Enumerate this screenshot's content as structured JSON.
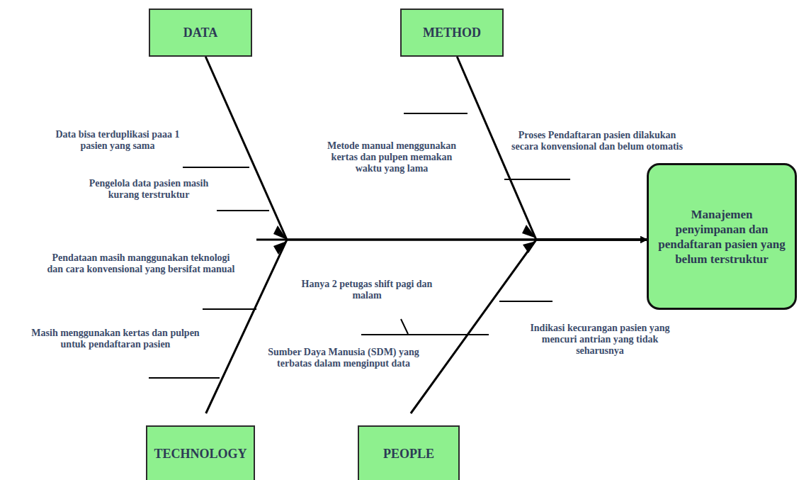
{
  "diagram": {
    "nodes": [
      {
        "text": [
          "DATA"
        ]
      },
      {
        "text": [
          "METHOD"
        ]
      },
      {
        "text": [
          "Manajemen penyimpanan dan pendaftaran pasien yang belum terstruktur"
        ]
      },
      {
        "text": [
          "TECHNOLOGY"
        ]
      },
      {
        "text": [
          "PEOPLE"
        ]
      }
    ],
    "edges": [
      {
        "from": 0,
        "to": 2,
        "arrow": "to"
      },
      {
        "from": 1,
        "to": 2,
        "arrow": "to"
      },
      {
        "from": 3,
        "to": 2,
        "arrow": "to"
      },
      {
        "from": 4,
        "to": 2,
        "arrow": "to"
      }
    ],
    "labels": [
      "Data bisa terduplikasi paaa 1 pasien yang sama",
      "Pengelola data pasien masih kurang terstruktur",
      "Metode manual menggunakan kertas dan pulpen memakan waktu yang lama",
      "Proses Pendaftaran pasien dilakukan secara konvensional dan belum otomatis",
      "Pendataan masih manggunakan teknologi dan cara konvensional yang bersifat manual",
      "Masih menggunakan kertas dan pulpen untuk pendaftaran pasien",
      "Hanya 2 petugas shift pagi dan malam",
      "Sumber Daya Manusia (SDM) yang terbatas dalam menginput data",
      "Indikasi kecurangan pasien yang mencuri antrian yang tidak seharusnya"
    ]
  }
}
